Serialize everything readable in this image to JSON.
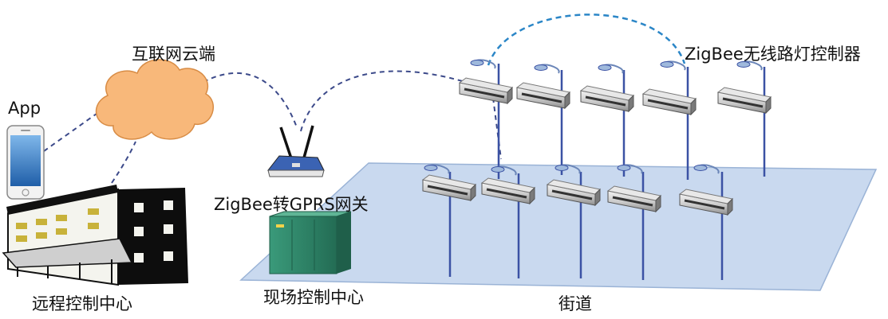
{
  "labels": {
    "app": "App",
    "cloud": "互联网云端",
    "controller": "ZigBee无线路灯控制器",
    "gateway": "ZigBee转GPRS网关",
    "remote_center": "远程控制中心",
    "site_center": "现场控制中心",
    "street": "街道"
  },
  "colors": {
    "street_fill": "#c9d9ef",
    "street_edge": "#9ab3d6",
    "link_dashed": "#3c4a8a",
    "link_dashed_blue": "#2b86c7",
    "cloud": "#f8b87a",
    "cabinet": "#2f8b6d",
    "building_face": "#f4f4ee",
    "building_side": "#0d0d0d",
    "window": "#c8b23a",
    "pole": "#3b52a4",
    "lamp_head": "#9fb9dc"
  },
  "icons": [
    "smartphone-icon",
    "cloud-icon",
    "router-icon",
    "building-icon",
    "cabinet-icon",
    "streetlight-icon",
    "controller-box-icon"
  ]
}
